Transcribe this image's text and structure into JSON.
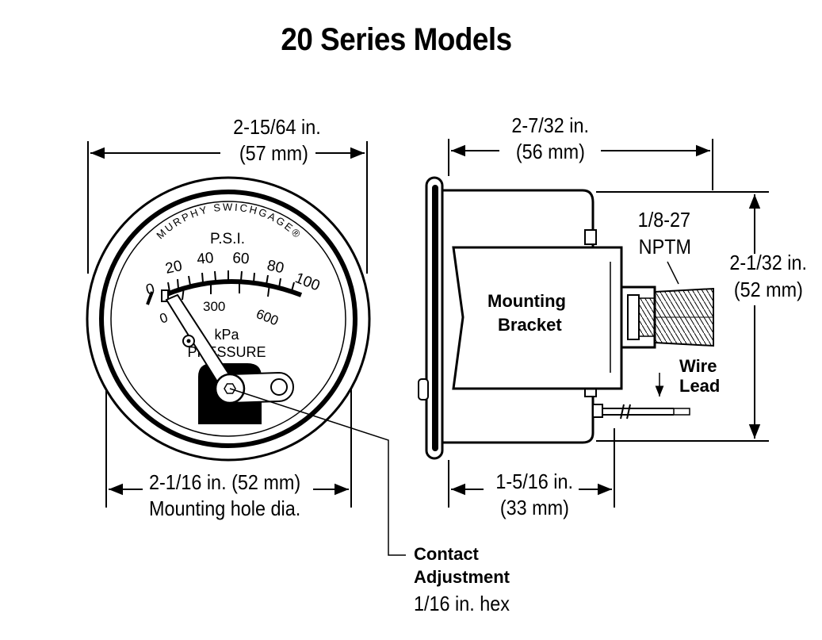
{
  "title": "20 Series Models",
  "front_view": {
    "width_in": "2-15/64 in.",
    "width_mm": "(57 mm)",
    "hole_in_mm": "2-1/16 in. (52 mm)",
    "hole_caption": "Mounting hole dia.",
    "brand": "MURPHY SWICHGAGE®",
    "unit_top": "P.S.I.",
    "psi_ticks": [
      "0",
      "20",
      "40",
      "60",
      "80",
      "100"
    ],
    "kpa_ticks": [
      "0",
      "300",
      "600"
    ],
    "unit_bottom": "kPa",
    "face_label": "PRESSURE"
  },
  "side_view": {
    "width_in": "2-7/32 in.",
    "width_mm": "(56 mm)",
    "height_in": "2-1/32 in.",
    "height_mm": "(52 mm)",
    "depth_in": "1-5/16 in.",
    "depth_mm": "(33 mm)",
    "thread_line1": "1/8-27",
    "thread_line2": "NPTM",
    "bracket_line1": "Mounting",
    "bracket_line2": "Bracket",
    "wire_line1": "Wire",
    "wire_line2": "Lead"
  },
  "callout": {
    "line1": "Contact",
    "line2": "Adjustment",
    "line3": "1/16 in. hex"
  }
}
